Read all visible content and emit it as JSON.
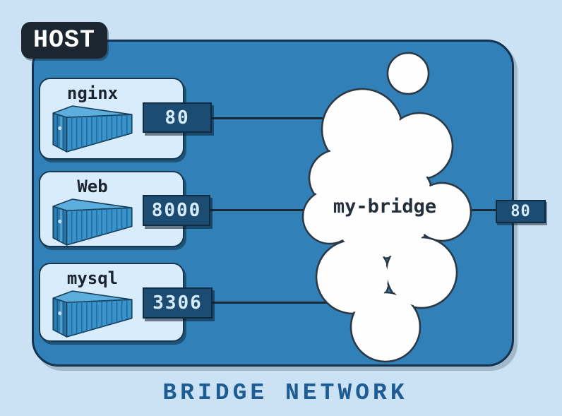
{
  "page": {
    "caption": "BRIDGE NETWORK",
    "background_color": "#cbe2f5"
  },
  "host": {
    "label": "HOST",
    "fill_color": "#3181b8",
    "badge_color": "#1b2630"
  },
  "bridge": {
    "label": "my-bridge",
    "published_port": "80",
    "cloud_fill": "#fefefe",
    "cloud_outline": "#2b3945"
  },
  "containers": [
    {
      "name": "nginx",
      "port": "80",
      "icon": "shipping-container-icon"
    },
    {
      "name": "Web",
      "port": "8000",
      "icon": "shipping-container-icon"
    },
    {
      "name": "mysql",
      "port": "3306",
      "icon": "shipping-container-icon"
    }
  ],
  "colors": {
    "port_badge": "#1d4c72",
    "port_text": "#d6ecfb",
    "card_fill": "#d9ecfb",
    "line": "#1a2936",
    "caption_text": "#1e5c94",
    "container_icon_blue": "#3b93cc"
  }
}
